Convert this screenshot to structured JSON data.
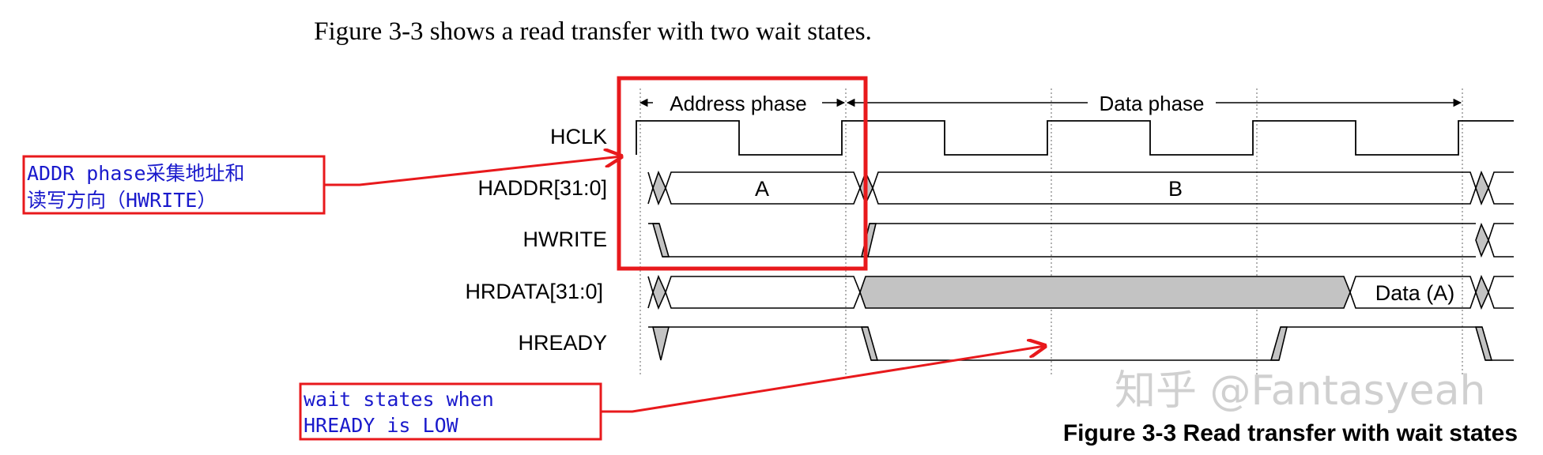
{
  "intro": "Figure 3-3 shows a read transfer with two wait states.",
  "phases": {
    "address": "Address phase",
    "data": "Data phase"
  },
  "signals": {
    "hclk": "HCLK",
    "haddr": "HADDR[31:0]",
    "hwrite": "HWRITE",
    "hrdata": "HRDATA[31:0]",
    "hready": "HREADY"
  },
  "bus_values": {
    "haddr_a": "A",
    "haddr_b": "B",
    "hrdata_a": "Data (A)"
  },
  "annotations": {
    "addr_line1": "ADDR phase采集地址和",
    "addr_line2": "读写方向（HWRITE）",
    "wait_line1": "wait states when",
    "wait_line2": "HREADY is LOW"
  },
  "watermark": "知乎 @Fantasyeah",
  "caption": "Figure 3-3 Read transfer with wait states",
  "colors": {
    "annotation_red": "#e8191c",
    "annotation_text_blue": "#1a1acc",
    "undefined_fill": "#c3c3c3",
    "signal_stroke": "#000000",
    "watermark_gray": "#c8c8c8"
  }
}
